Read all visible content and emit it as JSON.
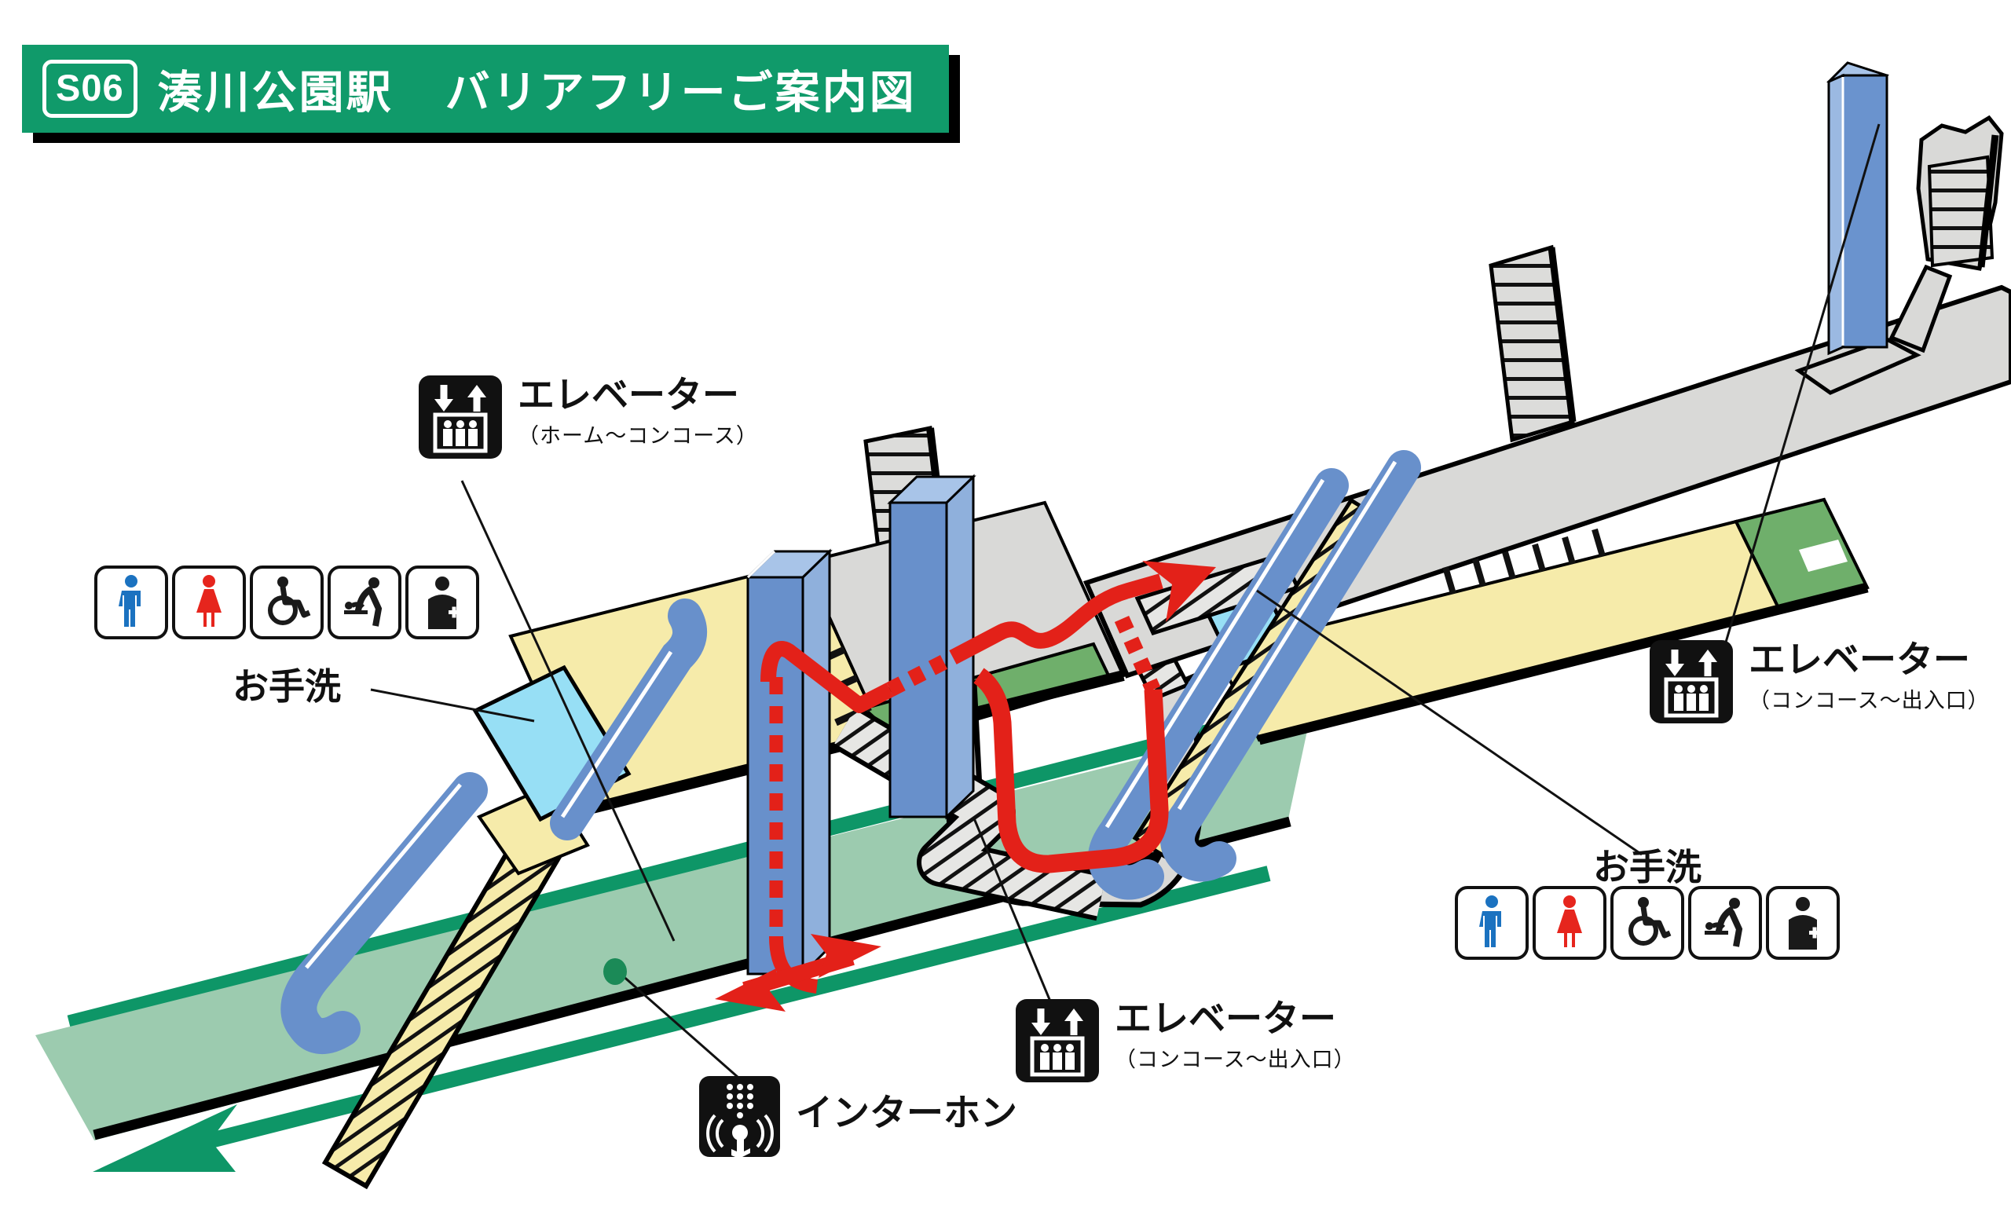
{
  "title": {
    "station_code": "S06",
    "station_name": "湊川公園駅",
    "caption": "バリアフリーご案内図"
  },
  "labels": {
    "elevator_platform_concourse": {
      "title": "エレベーター",
      "subtitle": "（ホーム～コンコース）"
    },
    "elevator_concourse_exit_center": {
      "title": "エレベーター",
      "subtitle": "（コンコース～出入口）"
    },
    "elevator_concourse_exit_right": {
      "title": "エレベーター",
      "subtitle": "（コンコース～出入口）"
    },
    "restroom_left": "お手洗",
    "restroom_right": "お手洗",
    "intercom": "インターホン"
  },
  "restroom_icons": [
    {
      "name": "male-restroom-icon",
      "color": "#1B72C0"
    },
    {
      "name": "female-restroom-icon",
      "color": "#E6251D"
    },
    {
      "name": "wheelchair-accessible-icon",
      "color": "#1A1A1A"
    },
    {
      "name": "baby-changing-icon",
      "color": "#1A1A1A"
    },
    {
      "name": "ostomate-icon",
      "color": "#1A1A1A"
    }
  ],
  "map_icons": [
    "elevator-icon",
    "intercom-icon",
    "platform-direction-arrow",
    "barrier-free-route-arrow"
  ],
  "colors": {
    "banner_green": "#109A6A",
    "platform_fill": "#9CCBAF",
    "line_green": "#0E9667",
    "floor_yellow": "#F6EBAA",
    "floor_gray": "#D9D9D7",
    "floor_green": "#6FAF6B",
    "restroom_cyan": "#97DFF5",
    "escalator_blue": "#6890CB",
    "route_red": "#E32119",
    "outline_black": "#000000"
  }
}
